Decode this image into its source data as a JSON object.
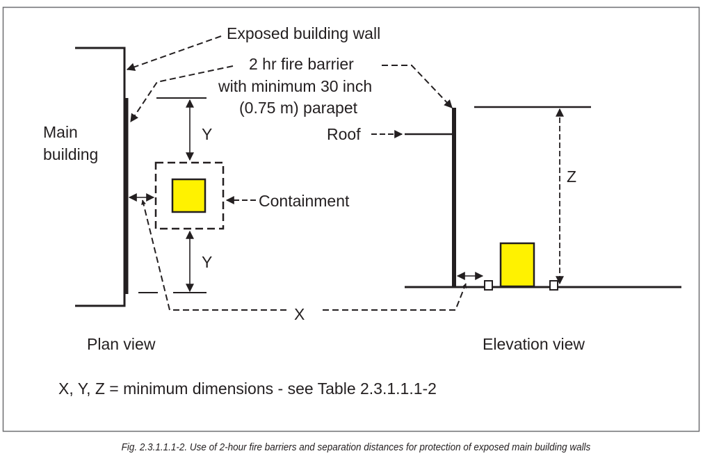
{
  "figure": {
    "labels": {
      "exposed_wall": "Exposed building wall",
      "barrier_line1": "2 hr fire barrier",
      "barrier_line2": "with minimum 30 inch",
      "barrier_line3": "(0.75 m) parapet",
      "main_building_line1": "Main",
      "main_building_line2": "building",
      "roof": "Roof",
      "containment": "Containment",
      "y_top": "Y",
      "y_bottom": "Y",
      "z": "Z",
      "x": "X",
      "plan_view": "Plan view",
      "elevation_view": "Elevation view",
      "legend_note": "X, Y, Z = minimum dimensions - see Table 2.3.1.1.1-2"
    },
    "colors": {
      "line": "#231f20",
      "containment_fill": "#fff200",
      "frame": "#6d6e71"
    }
  },
  "caption": "Fig. 2.3.1.1.1-2. Use of 2-hour fire barriers and separation distances for protection of exposed main building walls"
}
